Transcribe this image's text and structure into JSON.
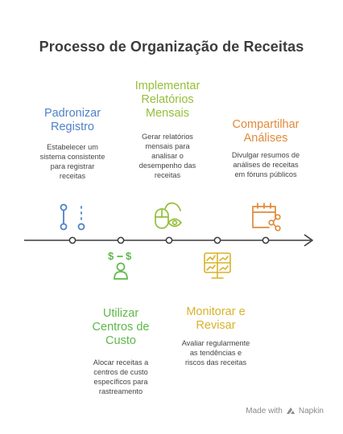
{
  "title": "Processo de Organização de Receitas",
  "colors": {
    "line": "#3a3a3a",
    "blue": "#4f82c7",
    "green": "#5fb84a",
    "lime": "#95bf3a",
    "yellow": "#d8b22a",
    "orange": "#e08a3a"
  },
  "steps": [
    {
      "title_lines": [
        "Padronizar",
        "Registro"
      ],
      "desc_lines": [
        "Estabelecer um",
        "sistema consistente",
        "para registrar",
        "receitas"
      ],
      "icon": "nodes-icon"
    },
    {
      "title_lines": [
        "Utilizar",
        "Centros de",
        "Custo"
      ],
      "desc_lines": [
        "Alocar receitas a",
        "centros de custo",
        "específicos para",
        "rastreamento"
      ],
      "icon": "cost-person-icon"
    },
    {
      "title_lines": [
        "Implementar",
        "Relatórios",
        "Mensais"
      ],
      "desc_lines": [
        "Gerar relatórios",
        "mensais para",
        "analisar o",
        "desempenho das",
        "receitas"
      ],
      "icon": "mouse-eye-icon"
    },
    {
      "title_lines": [
        "Monitorar e",
        "Revisar"
      ],
      "desc_lines": [
        "Avaliar regularmente",
        "as tendências e",
        "riscos das receitas"
      ],
      "icon": "dashboard-icon"
    },
    {
      "title_lines": [
        "Compartilhar",
        "Análises"
      ],
      "desc_lines": [
        "Divulgar resumos de",
        "análises de receitas",
        "em fóruns públicos"
      ],
      "icon": "calendar-share-icon"
    }
  ],
  "footer": {
    "made_with": "Made with",
    "brand": "Napkin",
    "logo_icon": "napkin-logo-icon"
  }
}
